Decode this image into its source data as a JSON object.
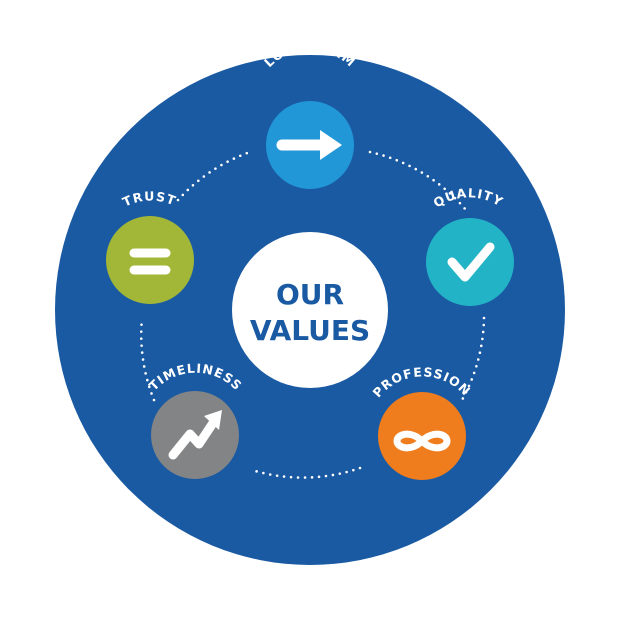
{
  "center": {
    "line1": "OUR",
    "line2": "VALUES"
  },
  "colors": {
    "main_disc": "#1a5aa3",
    "center_disc": "#ffffff",
    "center_text": "#1a5aa3",
    "label_text": "#ffffff",
    "dots": "#ffffff",
    "icon_glyph": "#ffffff"
  },
  "values": [
    {
      "label": "LONG TERM",
      "icon": "arrow-right-icon",
      "color": "#2297d8"
    },
    {
      "label": "QUALITY",
      "icon": "checkmark-icon",
      "color": "#22b4c6"
    },
    {
      "label": "PROFESSION",
      "icon": "infinity-icon",
      "color": "#ef7d1d"
    },
    {
      "label": "TIMELINESS",
      "icon": "trend-up-icon",
      "color": "#838485"
    },
    {
      "label": "TRUST",
      "icon": "equals-icon",
      "color": "#a2b737"
    }
  ]
}
